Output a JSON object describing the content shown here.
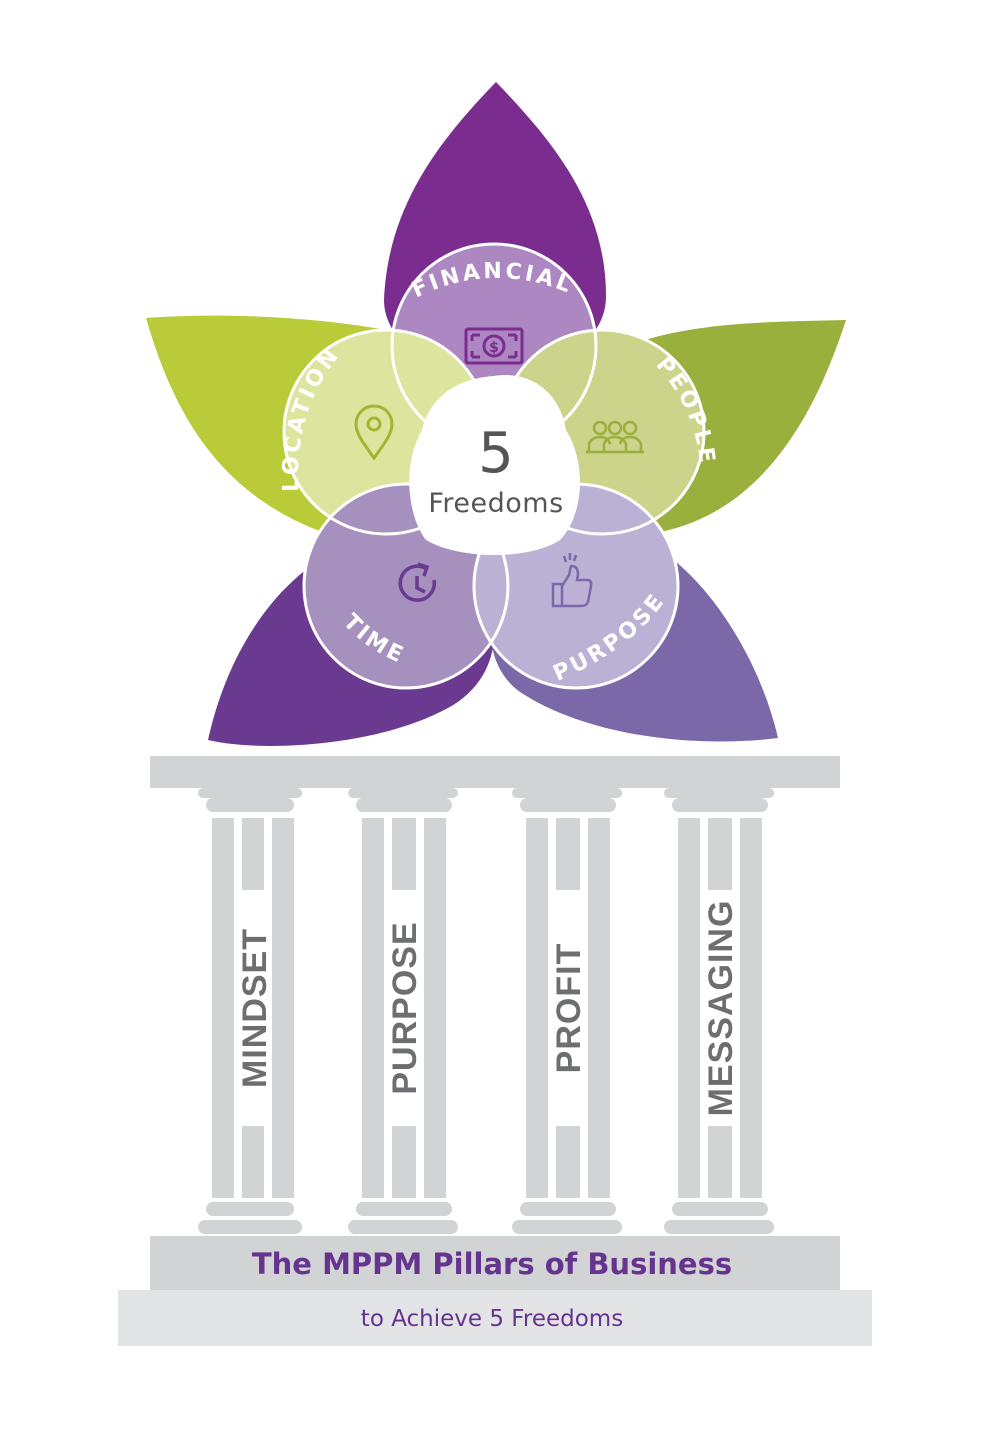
{
  "colors": {
    "financial": "#7b2c8f",
    "people": "#99b03c",
    "location": "#b9cb38",
    "time": "#693a8f",
    "purpose": "#7b68a9",
    "pillar": "#d2d3d5",
    "pillar_shade": "#bdbec0",
    "base_text": "#66348f",
    "label_gray": "#6d6e71"
  },
  "freedoms": {
    "center_number": "5",
    "center_word": "Freedoms",
    "petals": [
      {
        "id": "financial",
        "label": "FINANCIAL",
        "icon": "dollar-bill-icon"
      },
      {
        "id": "people",
        "label": "PEOPLE",
        "icon": "group-people-icon"
      },
      {
        "id": "purpose",
        "label": "PURPOSE",
        "icon": "thumbs-up-icon"
      },
      {
        "id": "time",
        "label": "TIME",
        "icon": "clock-refresh-icon"
      },
      {
        "id": "location",
        "label": "LOCATION",
        "icon": "map-pin-icon"
      }
    ]
  },
  "pillars": [
    {
      "label": "MINDSET"
    },
    {
      "label": "PURPOSE"
    },
    {
      "label": "PROFIT"
    },
    {
      "label": "MESSAGING"
    }
  ],
  "base": {
    "title": "The MPPM Pillars of Business",
    "subtitle": "to Achieve 5 Freedoms"
  }
}
